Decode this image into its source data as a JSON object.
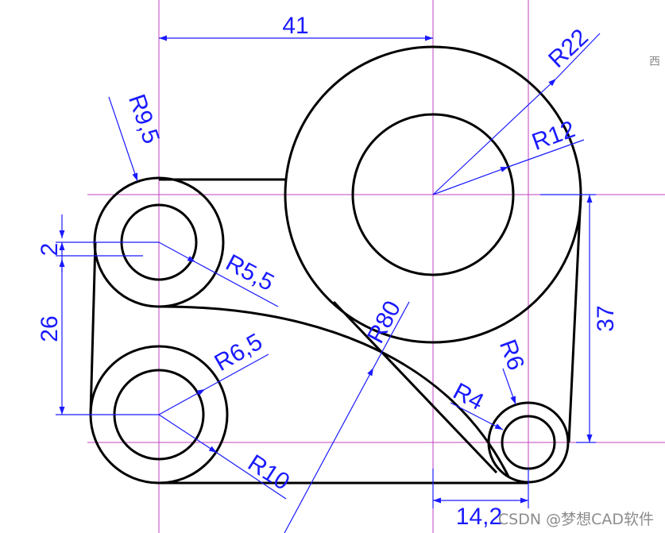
{
  "drawing": {
    "dimensions": {
      "d41": "41",
      "r22": "R22",
      "r12": "R12",
      "r9_5": "R9,5",
      "r5_5": "R5,5",
      "d2": "2",
      "d26": "26",
      "r6_5": "R6,5",
      "r10": "R10",
      "r80": "R80",
      "d37": "37",
      "r6": "R6",
      "r4": "R4",
      "d14_2": "14,2"
    },
    "colors": {
      "outline": "#000000",
      "dimension": "#1a1aff",
      "centerline": "#c040c0",
      "watermark": "#8c8c8c"
    }
  },
  "watermark": {
    "text": "CSDN @梦想CAD软件"
  },
  "edge_glyph": "西"
}
